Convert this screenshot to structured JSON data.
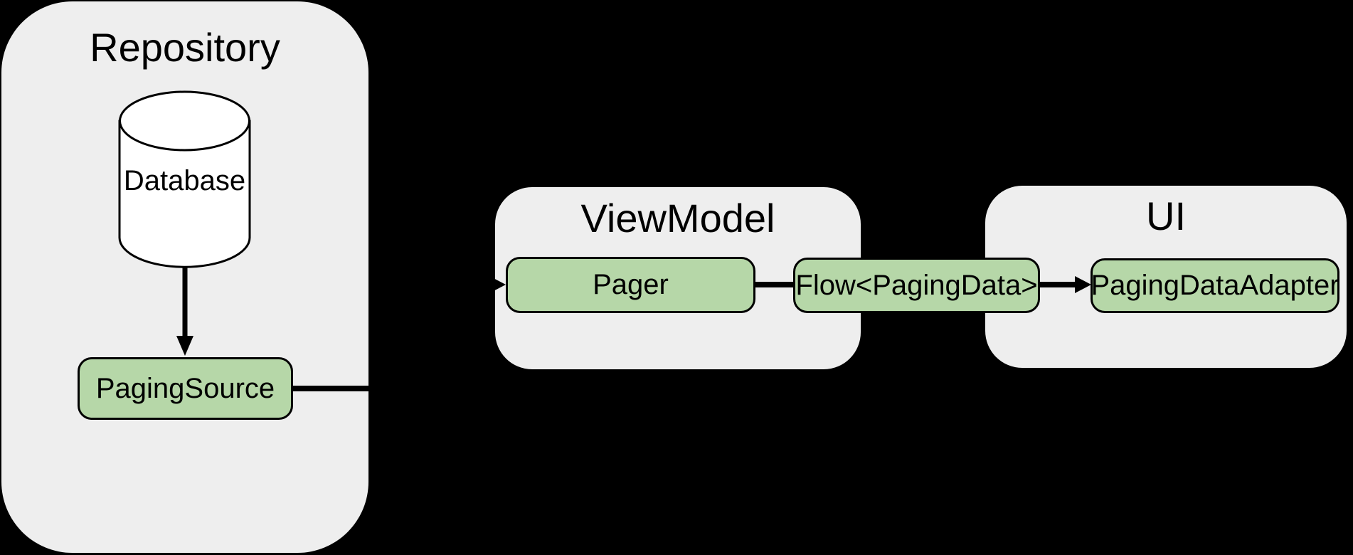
{
  "diagram": {
    "background_color": "#000000",
    "container_fill": "#eeeeee",
    "node_fill": "#b6d7a8",
    "stroke_color": "#000000",
    "repository": {
      "title": "Repository",
      "database_label": "Database",
      "paging_source_label": "PagingSource"
    },
    "viewmodel": {
      "title": "ViewModel",
      "pager_label": "Pager",
      "flow_label": "Flow<PagingData>"
    },
    "ui": {
      "title": "UI",
      "adapter_label": "PagingDataAdapter"
    }
  }
}
